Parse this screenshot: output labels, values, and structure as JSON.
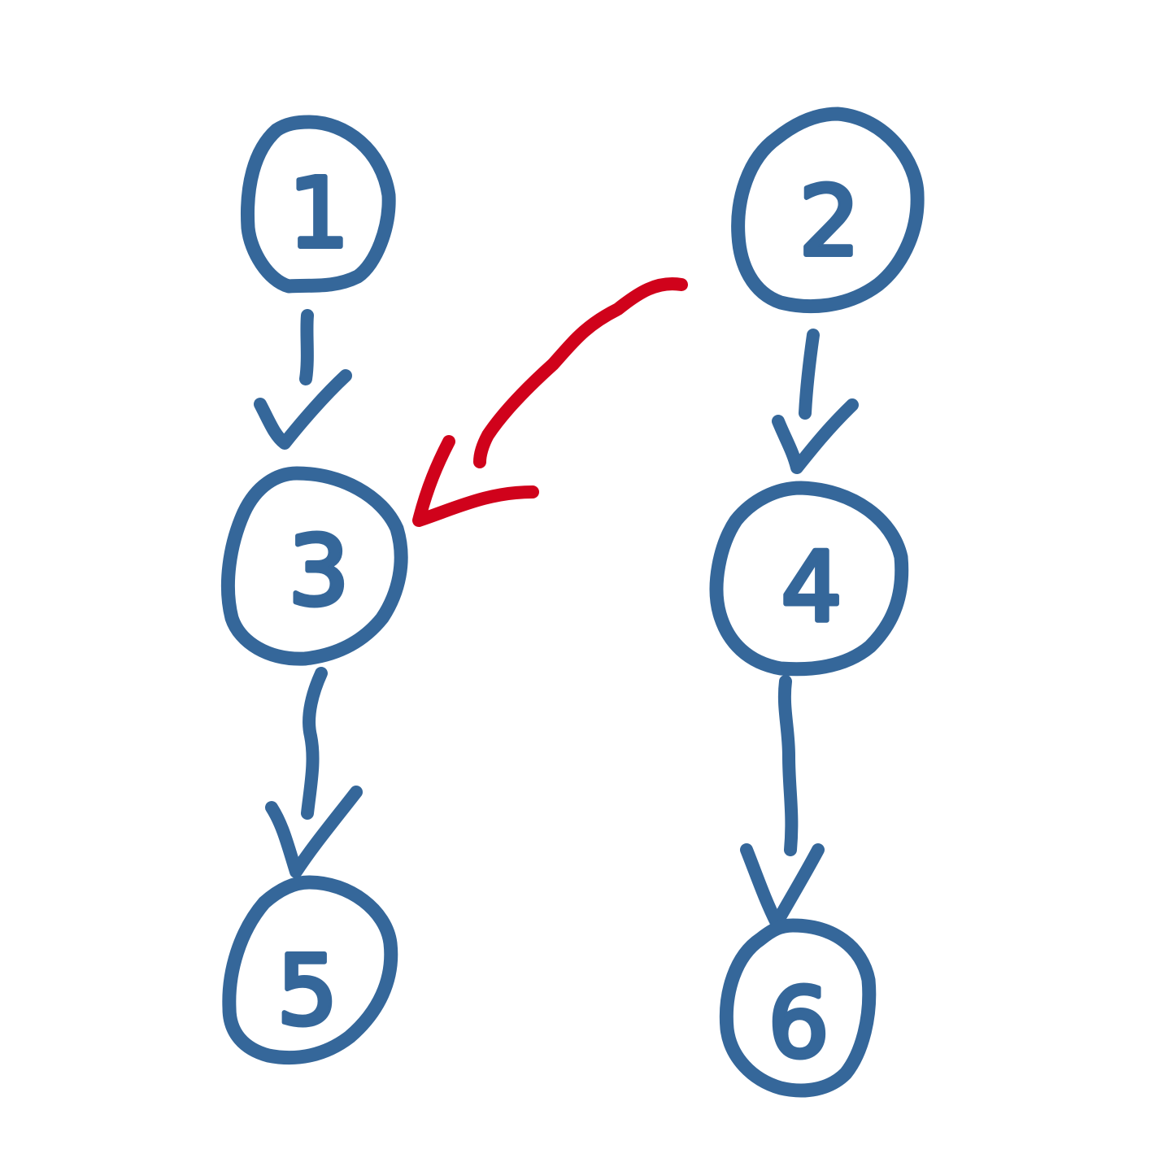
{
  "colors": {
    "background": "#ffffff",
    "node_stroke": "#35679a",
    "edge": "#35679a",
    "highlight_edge": "#d0021b"
  },
  "nodes": [
    {
      "id": "1",
      "label": "1"
    },
    {
      "id": "2",
      "label": "2"
    },
    {
      "id": "3",
      "label": "3"
    },
    {
      "id": "4",
      "label": "4"
    },
    {
      "id": "5",
      "label": "5"
    },
    {
      "id": "6",
      "label": "6"
    }
  ],
  "edges": [
    {
      "from": "1",
      "to": "3",
      "color": "blue"
    },
    {
      "from": "3",
      "to": "5",
      "color": "blue"
    },
    {
      "from": "2",
      "to": "4",
      "color": "blue"
    },
    {
      "from": "4",
      "to": "6",
      "color": "blue"
    },
    {
      "from": "2",
      "to": "3",
      "color": "red",
      "highlighted": true
    }
  ]
}
